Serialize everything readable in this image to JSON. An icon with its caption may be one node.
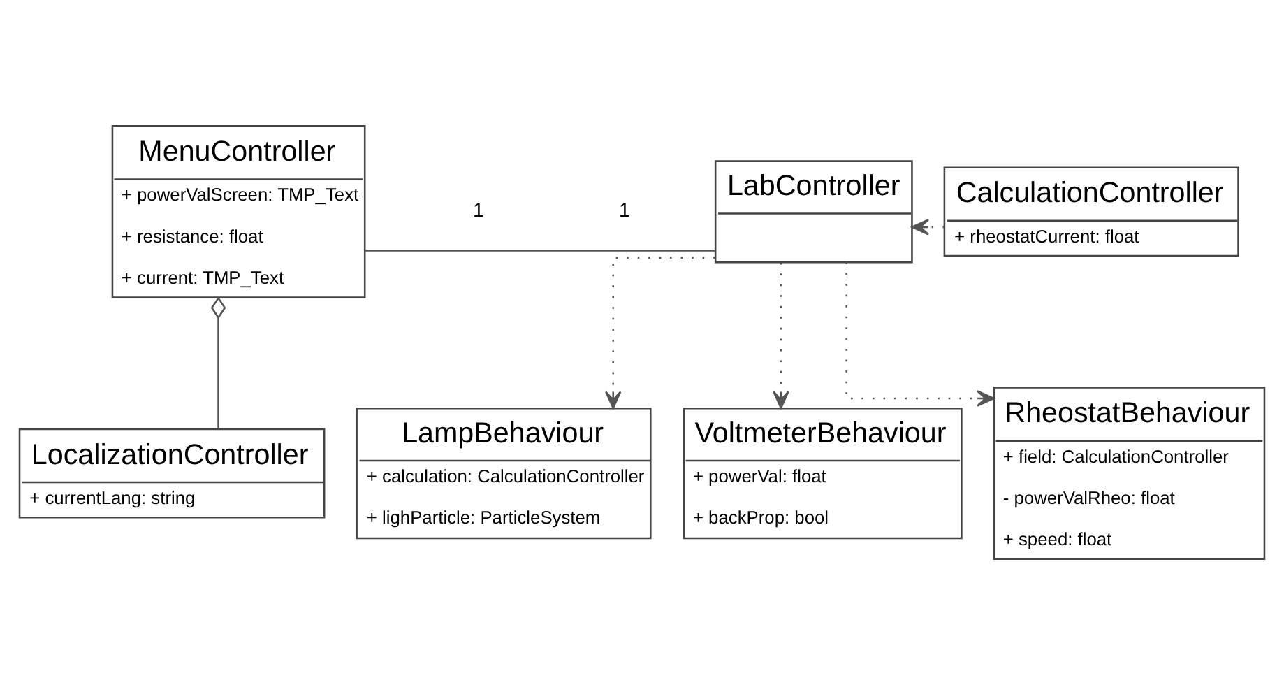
{
  "diagram": {
    "nodes": [
      {
        "text": [
          "MenuController",
          "+ powerValScreen: TMP_Text",
          "+ resistance: float",
          "+ current: TMP_Text"
        ]
      },
      {
        "text": [
          "LocalizationController",
          "+ currentLang: string"
        ]
      },
      {
        "text": [
          "LabController"
        ]
      },
      {
        "text": [
          "CalculationController",
          "+ rheostatCurrent: float"
        ]
      },
      {
        "text": [
          "LampBehaviour",
          "+ calculation: CalculationController",
          "+ lighParticle: ParticleSystem"
        ]
      },
      {
        "text": [
          "VoltmeterBehaviour",
          "+ powerVal: float",
          "+ backProp: bool"
        ]
      },
      {
        "text": [
          "RheostatBehaviour",
          "+ field: CalculationController",
          "- powerValRheo: float",
          "+ speed: float"
        ]
      }
    ],
    "edges": [
      {
        "from": 0,
        "to": 2,
        "arrow": "none"
      },
      {
        "from": 0,
        "to": 1,
        "arrow": "other"
      },
      {
        "from": 3,
        "to": 2,
        "arrow": "to",
        "style": "dashed"
      },
      {
        "from": 2,
        "to": 4,
        "arrow": "to",
        "style": "dashed"
      },
      {
        "from": 2,
        "to": 5,
        "arrow": "to",
        "style": "dashed"
      },
      {
        "from": 2,
        "to": 6,
        "arrow": "to",
        "style": "dashed"
      }
    ],
    "labels": [
      "1",
      "1"
    ]
  }
}
